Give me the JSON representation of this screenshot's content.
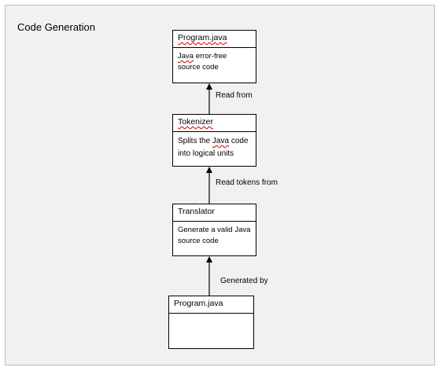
{
  "title": "Code Generation",
  "nodes": {
    "program_top": {
      "header": "Program.java",
      "body_parts": [
        {
          "text": "Java",
          "squiggle": true
        },
        {
          "text": " error-free source code",
          "squiggle": false
        }
      ]
    },
    "tokenizer": {
      "header": "Tokenizer",
      "body_parts": [
        {
          "text": "Splits the ",
          "squiggle": false
        },
        {
          "text": "Java",
          "squiggle": true
        },
        {
          "text": " code into logical units",
          "squiggle": false
        }
      ]
    },
    "translator": {
      "header": "Translator",
      "body_parts": [
        {
          "text": "Generate a valid Java source code",
          "squiggle": false
        }
      ]
    },
    "program_bottom": {
      "header": "Program.java",
      "body_parts": []
    }
  },
  "edges": {
    "read_from": "Read from",
    "read_tokens_from": "Read tokens from",
    "generated_by": "Generated by"
  }
}
